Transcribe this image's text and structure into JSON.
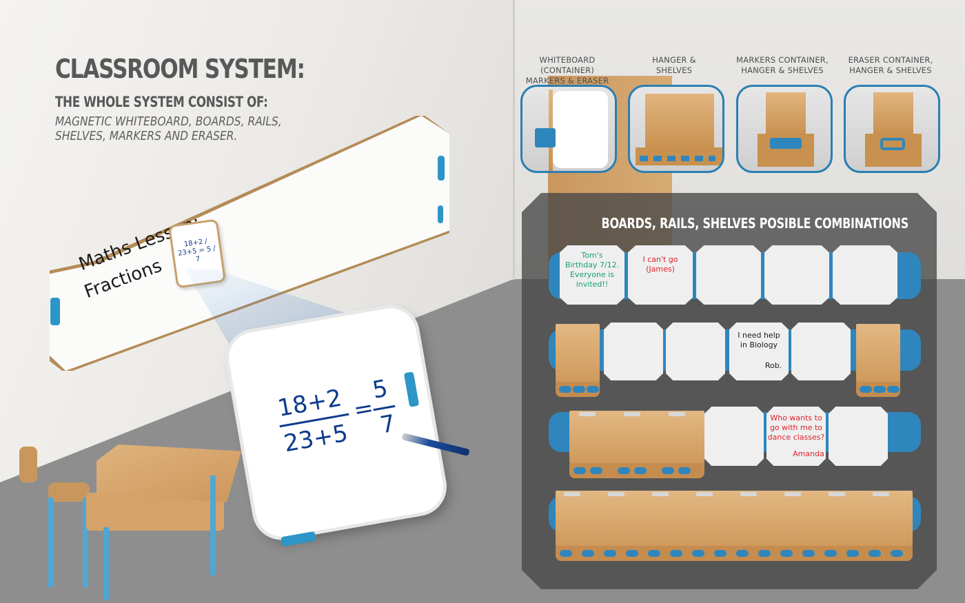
{
  "heading": {
    "title": "CLASSROOM SYSTEM:",
    "subtitle": "THE WHOLE SYSTEM CONSIST OF:",
    "description": "MAGNETIC WHITEBOARD, BOARDS, RAILS, SHELVES, MARKERS AND ERASER."
  },
  "wall_board": {
    "line1": "Maths Lesson:",
    "line2": "Fractions",
    "small_fraction": "18+2 / 23+5 = 5 / 7"
  },
  "tablet": {
    "numerator": "18+2",
    "denominator": "23+5",
    "eq": "=",
    "result_num": "5",
    "result_den": "7"
  },
  "components": [
    {
      "line1": "WHITEBOARD (CONTAINER)",
      "line2": "MARKERS & ERASER"
    },
    {
      "line1": "HANGER &",
      "line2": "SHELVES"
    },
    {
      "line1": "MARKERS CONTAINER,",
      "line2": "HANGER & SHELVES"
    },
    {
      "line1": "ERASER CONTAINER,",
      "line2": "HANGER & SHELVES"
    }
  ],
  "combinations": {
    "title": "BOARDS, RAILS, SHELVES POSIBLE COMBINATIONS",
    "row1": {
      "note1_l1": "Tom's",
      "note1_l2": "Birthday 7/12.",
      "note1_l3": "Everyone is",
      "note1_l4": "invited!!",
      "note2_l1": "I can't go",
      "note2_l2": "(James)"
    },
    "row2": {
      "note_l1": "I need help",
      "note_l2": "in Biology",
      "note_sig": "Rob."
    },
    "row3": {
      "note_l1": "Who wants to",
      "note_l2": "go with me to",
      "note_l3": "dance classes?",
      "note_sig": "Amanda"
    }
  },
  "colors": {
    "accent_blue": "#2f86bd",
    "note_green": "#16a071",
    "note_red": "#e0222e",
    "wood": "#d6a468"
  }
}
